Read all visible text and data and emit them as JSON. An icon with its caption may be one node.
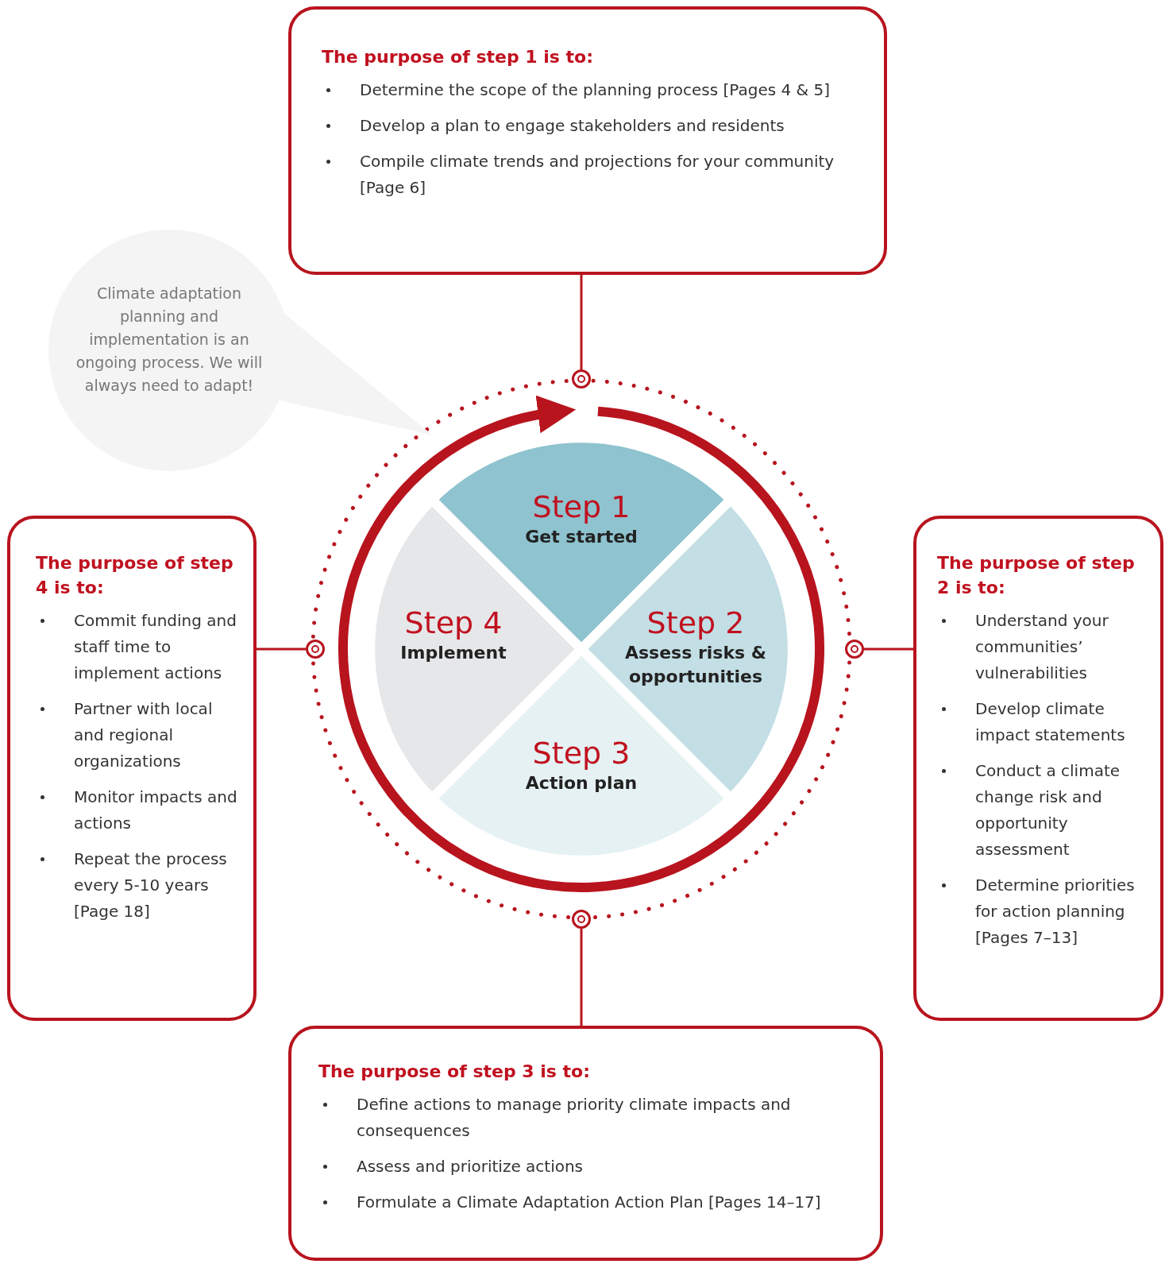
{
  "diagram": {
    "nodes": [
      {
        "text": [
          "The purpose of step 1 is to:",
          "Determine the scope of the planning process [Pages 4 & 5]",
          "Develop a plan to engage stakeholders and residents",
          "Compile climate trends and projections for your community [Page 6]"
        ]
      },
      {
        "text": [
          "Climate adaptation planning and implementation is an ongoing process. We will always need to adapt!"
        ]
      },
      {
        "text": [
          "The purpose of step 4 is to:",
          "Commit funding and staff time to implement actions",
          "Partner with local and regional organizations",
          "Monitor impacts and actions",
          "Repeat the process every 5-10 years [Page 18]"
        ]
      },
      {
        "text": [
          "The purpose of step 2 is to:",
          "Understand your communities’ vulnerabilities",
          "Develop climate impact statements",
          "Conduct a climate change risk and opportunity assessment",
          "Determine priorities for action planning [Pages 7–13]"
        ]
      },
      {
        "text": [
          "The purpose of step 3 is to:",
          "Define actions to manage priority climate impacts and consequences",
          "Assess and prioritize actions",
          "Formulate a Climate Adaptation Action Plan [Pages 14–17]"
        ]
      },
      {
        "text": [
          "Step 1",
          "Get started"
        ]
      },
      {
        "text": [
          "Step 2",
          "Assess risks & opportunities"
        ]
      },
      {
        "text": [
          "Step 3",
          "Action plan"
        ]
      },
      {
        "text": [
          "Step 4",
          "Implement"
        ]
      },
      {
        "text": [],
        "shape": "circle"
      },
      {
        "text": [],
        "shape": "circle"
      },
      {
        "text": [],
        "shape": "circle"
      },
      {
        "text": [],
        "shape": "circle"
      }
    ],
    "edges": [
      {
        "from": 0,
        "to": 9,
        "arrow": "none"
      },
      {
        "from": 3,
        "to": 10,
        "arrow": "none"
      },
      {
        "from": 4,
        "to": 11,
        "arrow": "none"
      },
      {
        "from": 2,
        "to": 12,
        "arrow": "none"
      }
    ]
  }
}
